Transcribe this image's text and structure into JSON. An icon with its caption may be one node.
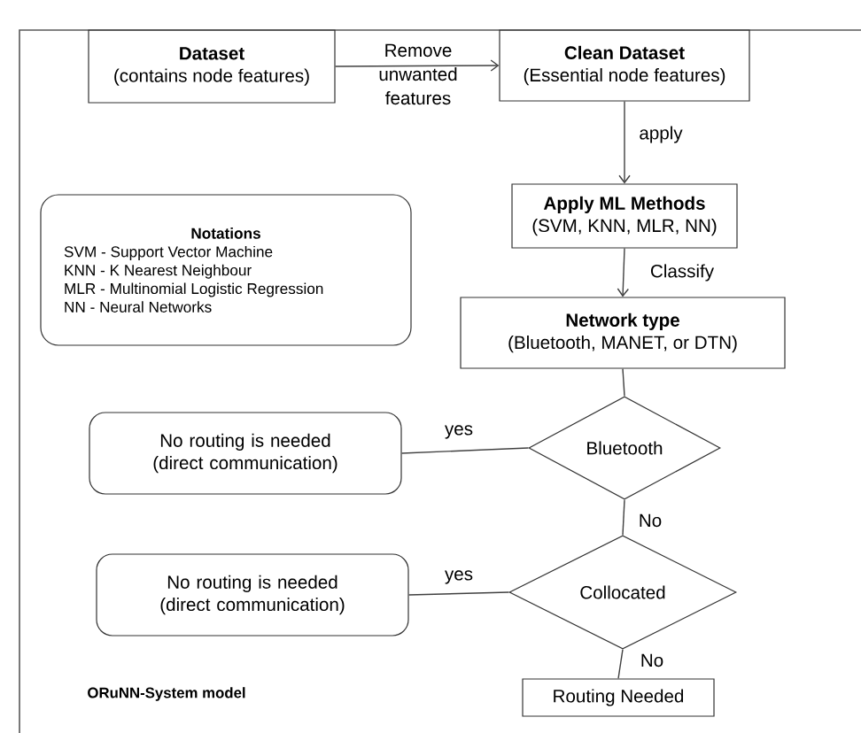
{
  "diagram": {
    "caption": "ORuNN-System model",
    "nodes": [
      {
        "text": [
          "Dataset",
          "(contains node features)"
        ]
      },
      {
        "text": [
          "Clean Dataset",
          "(Essential node features)"
        ]
      },
      {
        "text": [
          "Notations",
          "SVM - Support Vector Machine",
          "KNN - K Nearest Neighbour",
          "MLR - Multinomial Logistic Regression",
          "NN - Neural Networks"
        ]
      },
      {
        "text": [
          "Apply ML Methods",
          "(SVM, KNN, MLR, NN)"
        ]
      },
      {
        "text": [
          "Network type",
          "(Bluetooth, MANET, or DTN)"
        ]
      },
      {
        "text": [
          "Bluetooth"
        ]
      },
      {
        "text": [
          "No routing is needed (direct communication)"
        ]
      },
      {
        "text": [
          "Collocated"
        ]
      },
      {
        "text": [
          "No routing is needed (direct communication)"
        ]
      },
      {
        "text": [
          "Routing Needed"
        ]
      }
    ],
    "edges": [
      {
        "from": 0,
        "to": 1,
        "arrow": "to",
        "label": "Remove unwanted features"
      },
      {
        "from": 1,
        "to": 3,
        "arrow": "to",
        "label": "apply"
      },
      {
        "from": 3,
        "to": 4,
        "arrow": "to",
        "label": "Classify"
      },
      {
        "from": 4,
        "to": 5,
        "arrow": "none"
      },
      {
        "from": 5,
        "to": 6,
        "arrow": "none",
        "label": "yes"
      },
      {
        "from": 5,
        "to": 7,
        "arrow": "none",
        "label": "No"
      },
      {
        "from": 7,
        "to": 8,
        "arrow": "none",
        "label": "yes"
      },
      {
        "from": 7,
        "to": 9,
        "arrow": "none",
        "label": "No"
      }
    ]
  }
}
